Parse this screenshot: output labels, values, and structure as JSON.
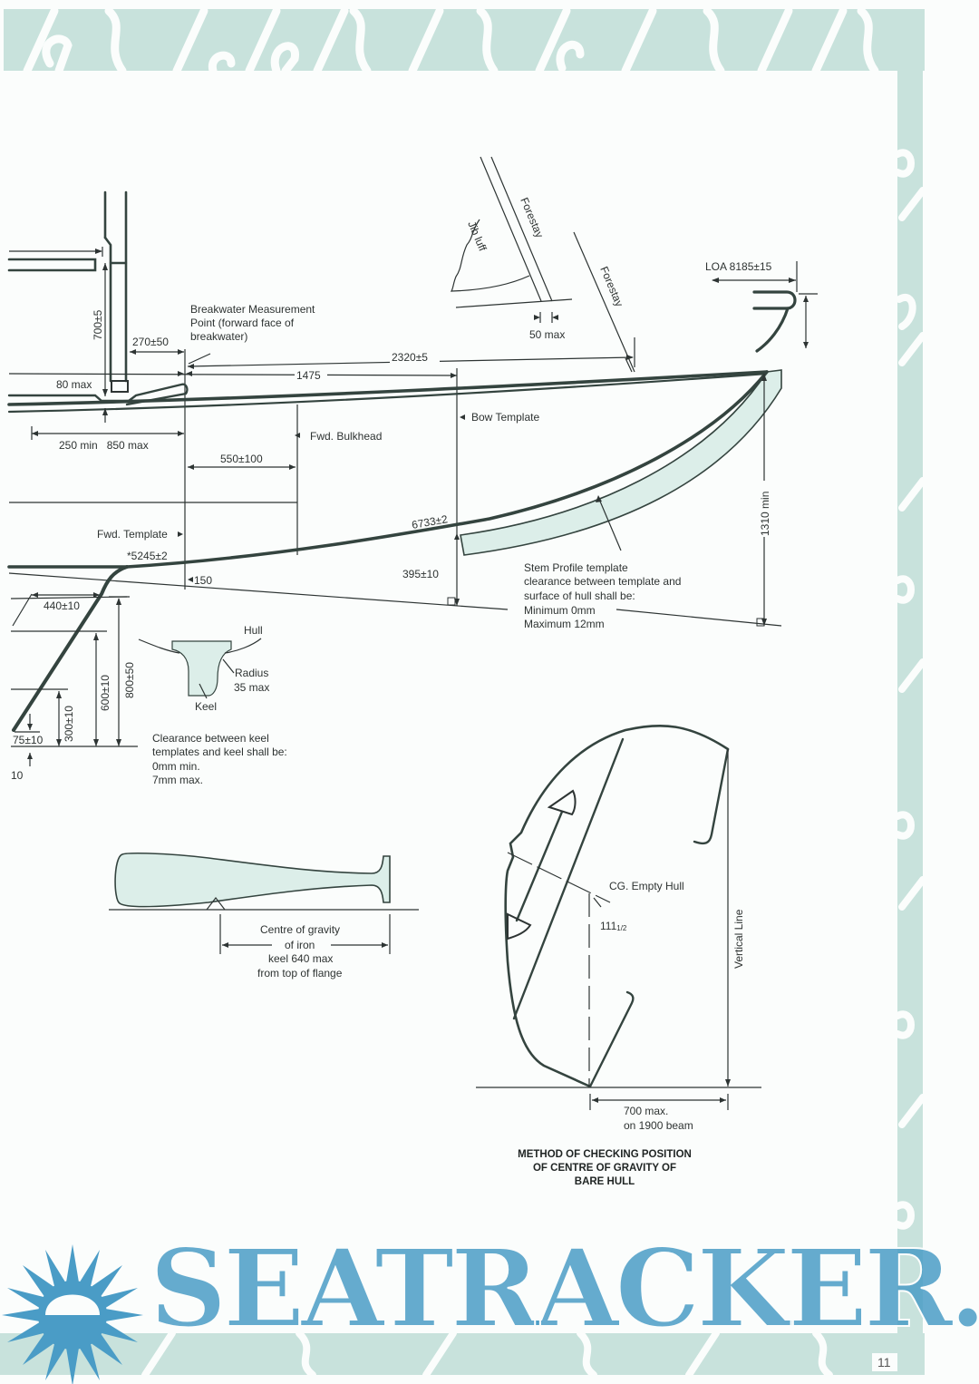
{
  "colors": {
    "border_band": "#c8e2dc",
    "drawing_line": "#2d3433",
    "template_fill": "#dceee9",
    "watermark": "#4a9cc6"
  },
  "rig_detail": {
    "jib_luff_label": "Jib luff",
    "forestay_label": "Forestay",
    "forestay_label_2": "Forestay",
    "forestay_gap": "50 max"
  },
  "bow_detail": {
    "loa": "LOA 8185±15"
  },
  "hull_profile": {
    "mast_height": "700±5",
    "breakwater_offset": "270±50",
    "breakwater_note": [
      "Breakwater Measurement",
      "Point (forward face of",
      "breakwater)"
    ],
    "chainplate_max": "80 max",
    "stem_distance": "2320±5",
    "bow_template_distance": "1475",
    "bow_template_label": "Bow Template",
    "mast_range": "250 min   850 max",
    "fwd_bulkhead_label": "Fwd. Bulkhead",
    "bulkhead_distance": "550±100",
    "fwd_template_label": "Fwd. Template",
    "station_5245": "*5245±2",
    "station_6733": "6733±2",
    "depth_150": "150",
    "depth_395": "395±10",
    "stem_height": "1310 min",
    "stem_note": [
      "Stem Profile template",
      "clearance between template and",
      "surface of hull shall be:",
      "Minimum 0mm",
      "Maximum 12mm"
    ]
  },
  "keel_detail": {
    "keel_offset": "440±10",
    "keel_depth_800": "800±50",
    "keel_depth_600": "600±10",
    "keel_depth_300": "300±10",
    "keel_75": "75±10",
    "keel_10": "10",
    "hull_label": "Hull",
    "radius_label": [
      "Radius",
      "35 max"
    ],
    "keel_label": "Keel",
    "clearance_note": [
      "Clearance between keel",
      "templates and keel shall be:",
      "0mm min.",
      "7mm max."
    ]
  },
  "iron_keel": {
    "note": [
      "Centre of gravity",
      "of iron",
      "keel 640 max",
      "from top of flange"
    ]
  },
  "cg_method": {
    "cg_label": "CG. Empty Hull",
    "angle": "111",
    "angle_fraction": "1/2",
    "vertical_line": "Vertical Line",
    "offset": [
      "700 max.",
      "on 1900 beam"
    ],
    "title": [
      "METHOD OF CHECKING POSITION",
      "OF CENTRE OF GRAVITY OF",
      "BARE HULL"
    ]
  },
  "watermark": {
    "text": "SEATRACKER.RU"
  },
  "page_number": "11"
}
